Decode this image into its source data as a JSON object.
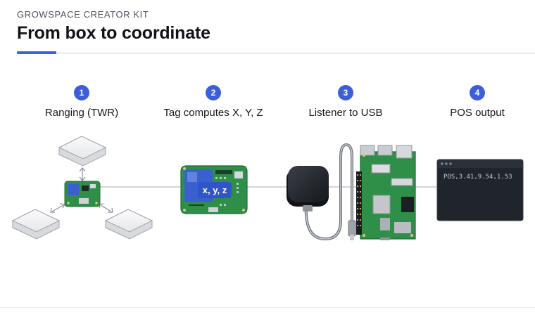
{
  "header": {
    "eyebrow": "GROWSPACE CREATOR KIT",
    "title": "From box to coordinate"
  },
  "steps": [
    {
      "number": "1",
      "label": "Ranging (TWR)"
    },
    {
      "number": "2",
      "label": "Tag computes X, Y, Z"
    },
    {
      "number": "3",
      "label": "Listener to USB"
    },
    {
      "number": "4",
      "label": "POS output"
    }
  ],
  "tag_overlay": "x, y, z",
  "terminal": {
    "output_line": "POS,3.41,9.54,1.53"
  },
  "colors": {
    "accent": "#3a63d8",
    "badge": "#3c5fd9",
    "pcb_green": "#2f8f49",
    "terminal_bg": "#20242b"
  }
}
